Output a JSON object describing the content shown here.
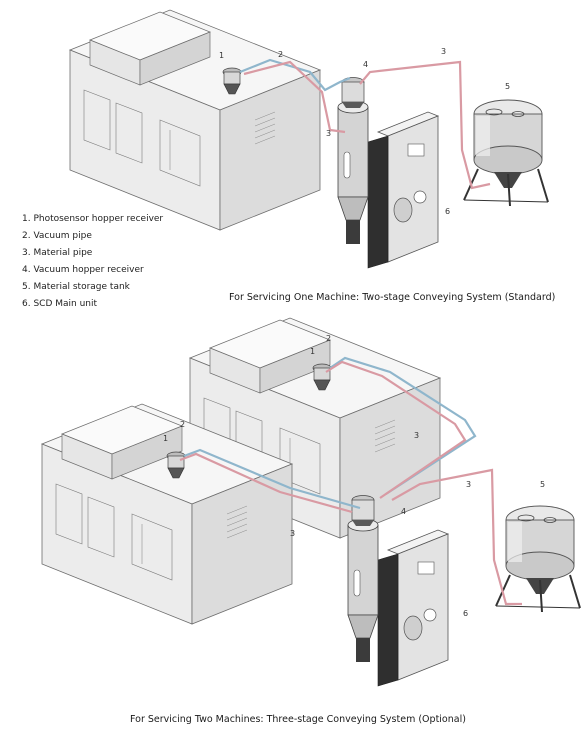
{
  "legend": {
    "items": [
      "1. Photosensor hopper receiver",
      "2. Vacuum pipe",
      "3. Material pipe",
      "4. Vacuum hopper receiver",
      "5. Material storage tank",
      "6. SCD Main unit"
    ]
  },
  "diagram_top": {
    "caption": "For Servicing One Machine: Two-stage Conveying System (Standard)",
    "callouts": [
      "1",
      "2",
      "3",
      "3",
      "4",
      "5",
      "6"
    ]
  },
  "diagram_bottom": {
    "caption": "For Servicing Two Machines: Three-stage Conveying System (Optional)",
    "callouts": [
      "1",
      "2",
      "1",
      "2",
      "3",
      "3",
      "3",
      "4",
      "5",
      "6"
    ]
  },
  "colors": {
    "vacuum_pipe": "#8fb6cc",
    "material_pipe": "#d99aa3",
    "machine_fill": "#f2f2f2",
    "machine_stroke": "#6d6d6d",
    "dark_panel": "#3a3a3a"
  }
}
